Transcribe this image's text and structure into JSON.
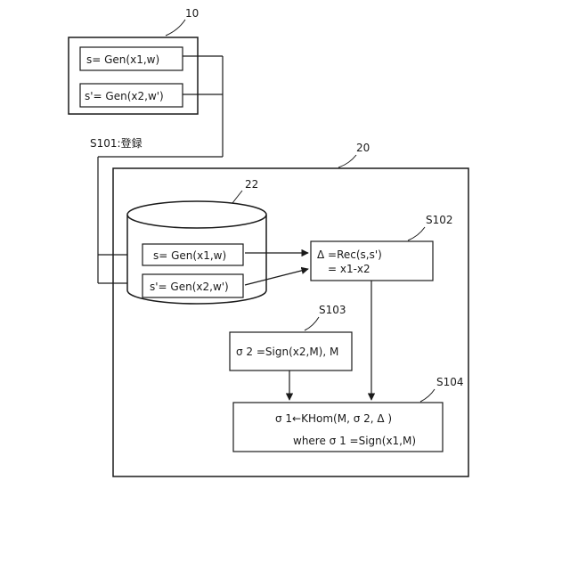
{
  "refs": {
    "device_10": "10",
    "device_20": "20",
    "storage_22": "22"
  },
  "device_10": {
    "s_label": "s= Gen(x1,w)",
    "s_prime_label": "s'= Gen(x2,w')"
  },
  "step_s101": "S101:登録",
  "storage_22": {
    "s_label": "s= Gen(x1,w)",
    "s_prime_label": "s'= Gen(x2,w')"
  },
  "s102": {
    "id": "S102",
    "line1": "Δ =Rec(s,s')",
    "line2": "= x1-x2"
  },
  "s103": {
    "id": "S103",
    "text": "σ 2 =Sign(x2,M), M"
  },
  "s104": {
    "id": "S104",
    "line1": "σ 1←KHom(M, σ 2, Δ )",
    "line2": "where σ 1 =Sign(x1,M)"
  }
}
